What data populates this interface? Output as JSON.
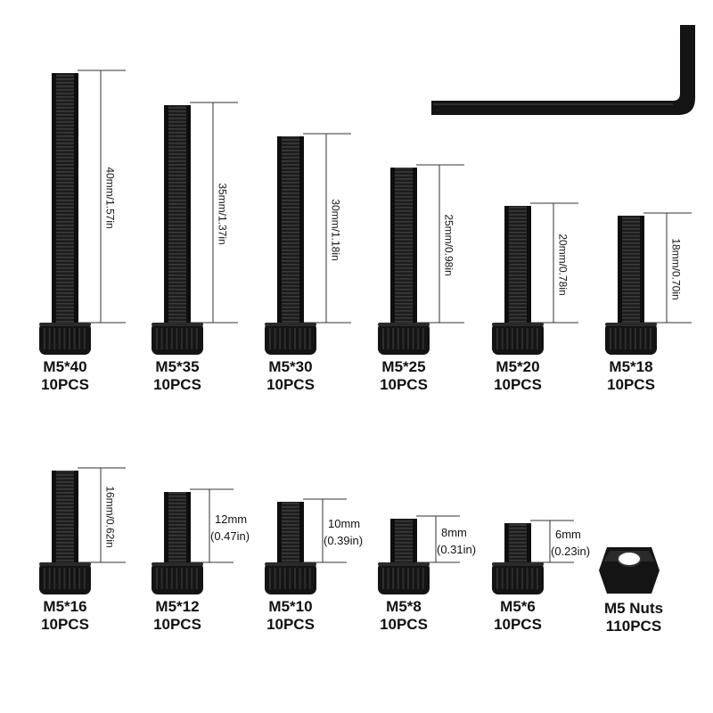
{
  "colors": {
    "background": "#ffffff",
    "hardware": "#141414",
    "dimension_line": "#333333",
    "text": "#111111"
  },
  "hex_key": {
    "icon": "hex-key-icon"
  },
  "nut": {
    "icon": "hex-nut-icon",
    "name": "M5 Nuts",
    "qty": "110PCS"
  },
  "screws": [
    {
      "name": "M5*40",
      "qty": "10PCS",
      "dim": "40mm/1.57in",
      "dim_style": "vertical"
    },
    {
      "name": "M5*35",
      "qty": "10PCS",
      "dim": "35mm/1.37in",
      "dim_style": "vertical"
    },
    {
      "name": "M5*30",
      "qty": "10PCS",
      "dim": "30mm/1.18in",
      "dim_style": "vertical"
    },
    {
      "name": "M5*25",
      "qty": "10PCS",
      "dim": "25mm/0.98in",
      "dim_style": "vertical"
    },
    {
      "name": "M5*20",
      "qty": "10PCS",
      "dim": "20mm/0.78in",
      "dim_style": "vertical"
    },
    {
      "name": "M5*18",
      "qty": "10PCS",
      "dim": "18mm/0.70in",
      "dim_style": "vertical"
    },
    {
      "name": "M5*16",
      "qty": "10PCS",
      "dim": "16mm/0.62in",
      "dim_style": "vertical"
    },
    {
      "name": "M5*12",
      "qty": "10PCS",
      "dim_mm": "12mm",
      "dim_in": "(0.47in)",
      "dim_style": "horizontal"
    },
    {
      "name": "M5*10",
      "qty": "10PCS",
      "dim_mm": "10mm",
      "dim_in": "(0.39in)",
      "dim_style": "horizontal"
    },
    {
      "name": "M5*8",
      "qty": "10PCS",
      "dim_mm": "8mm",
      "dim_in": "(0.31in)",
      "dim_style": "horizontal"
    },
    {
      "name": "M5*6",
      "qty": "10PCS",
      "dim_mm": "6mm",
      "dim_in": "(0.23in)",
      "dim_style": "horizontal"
    }
  ]
}
